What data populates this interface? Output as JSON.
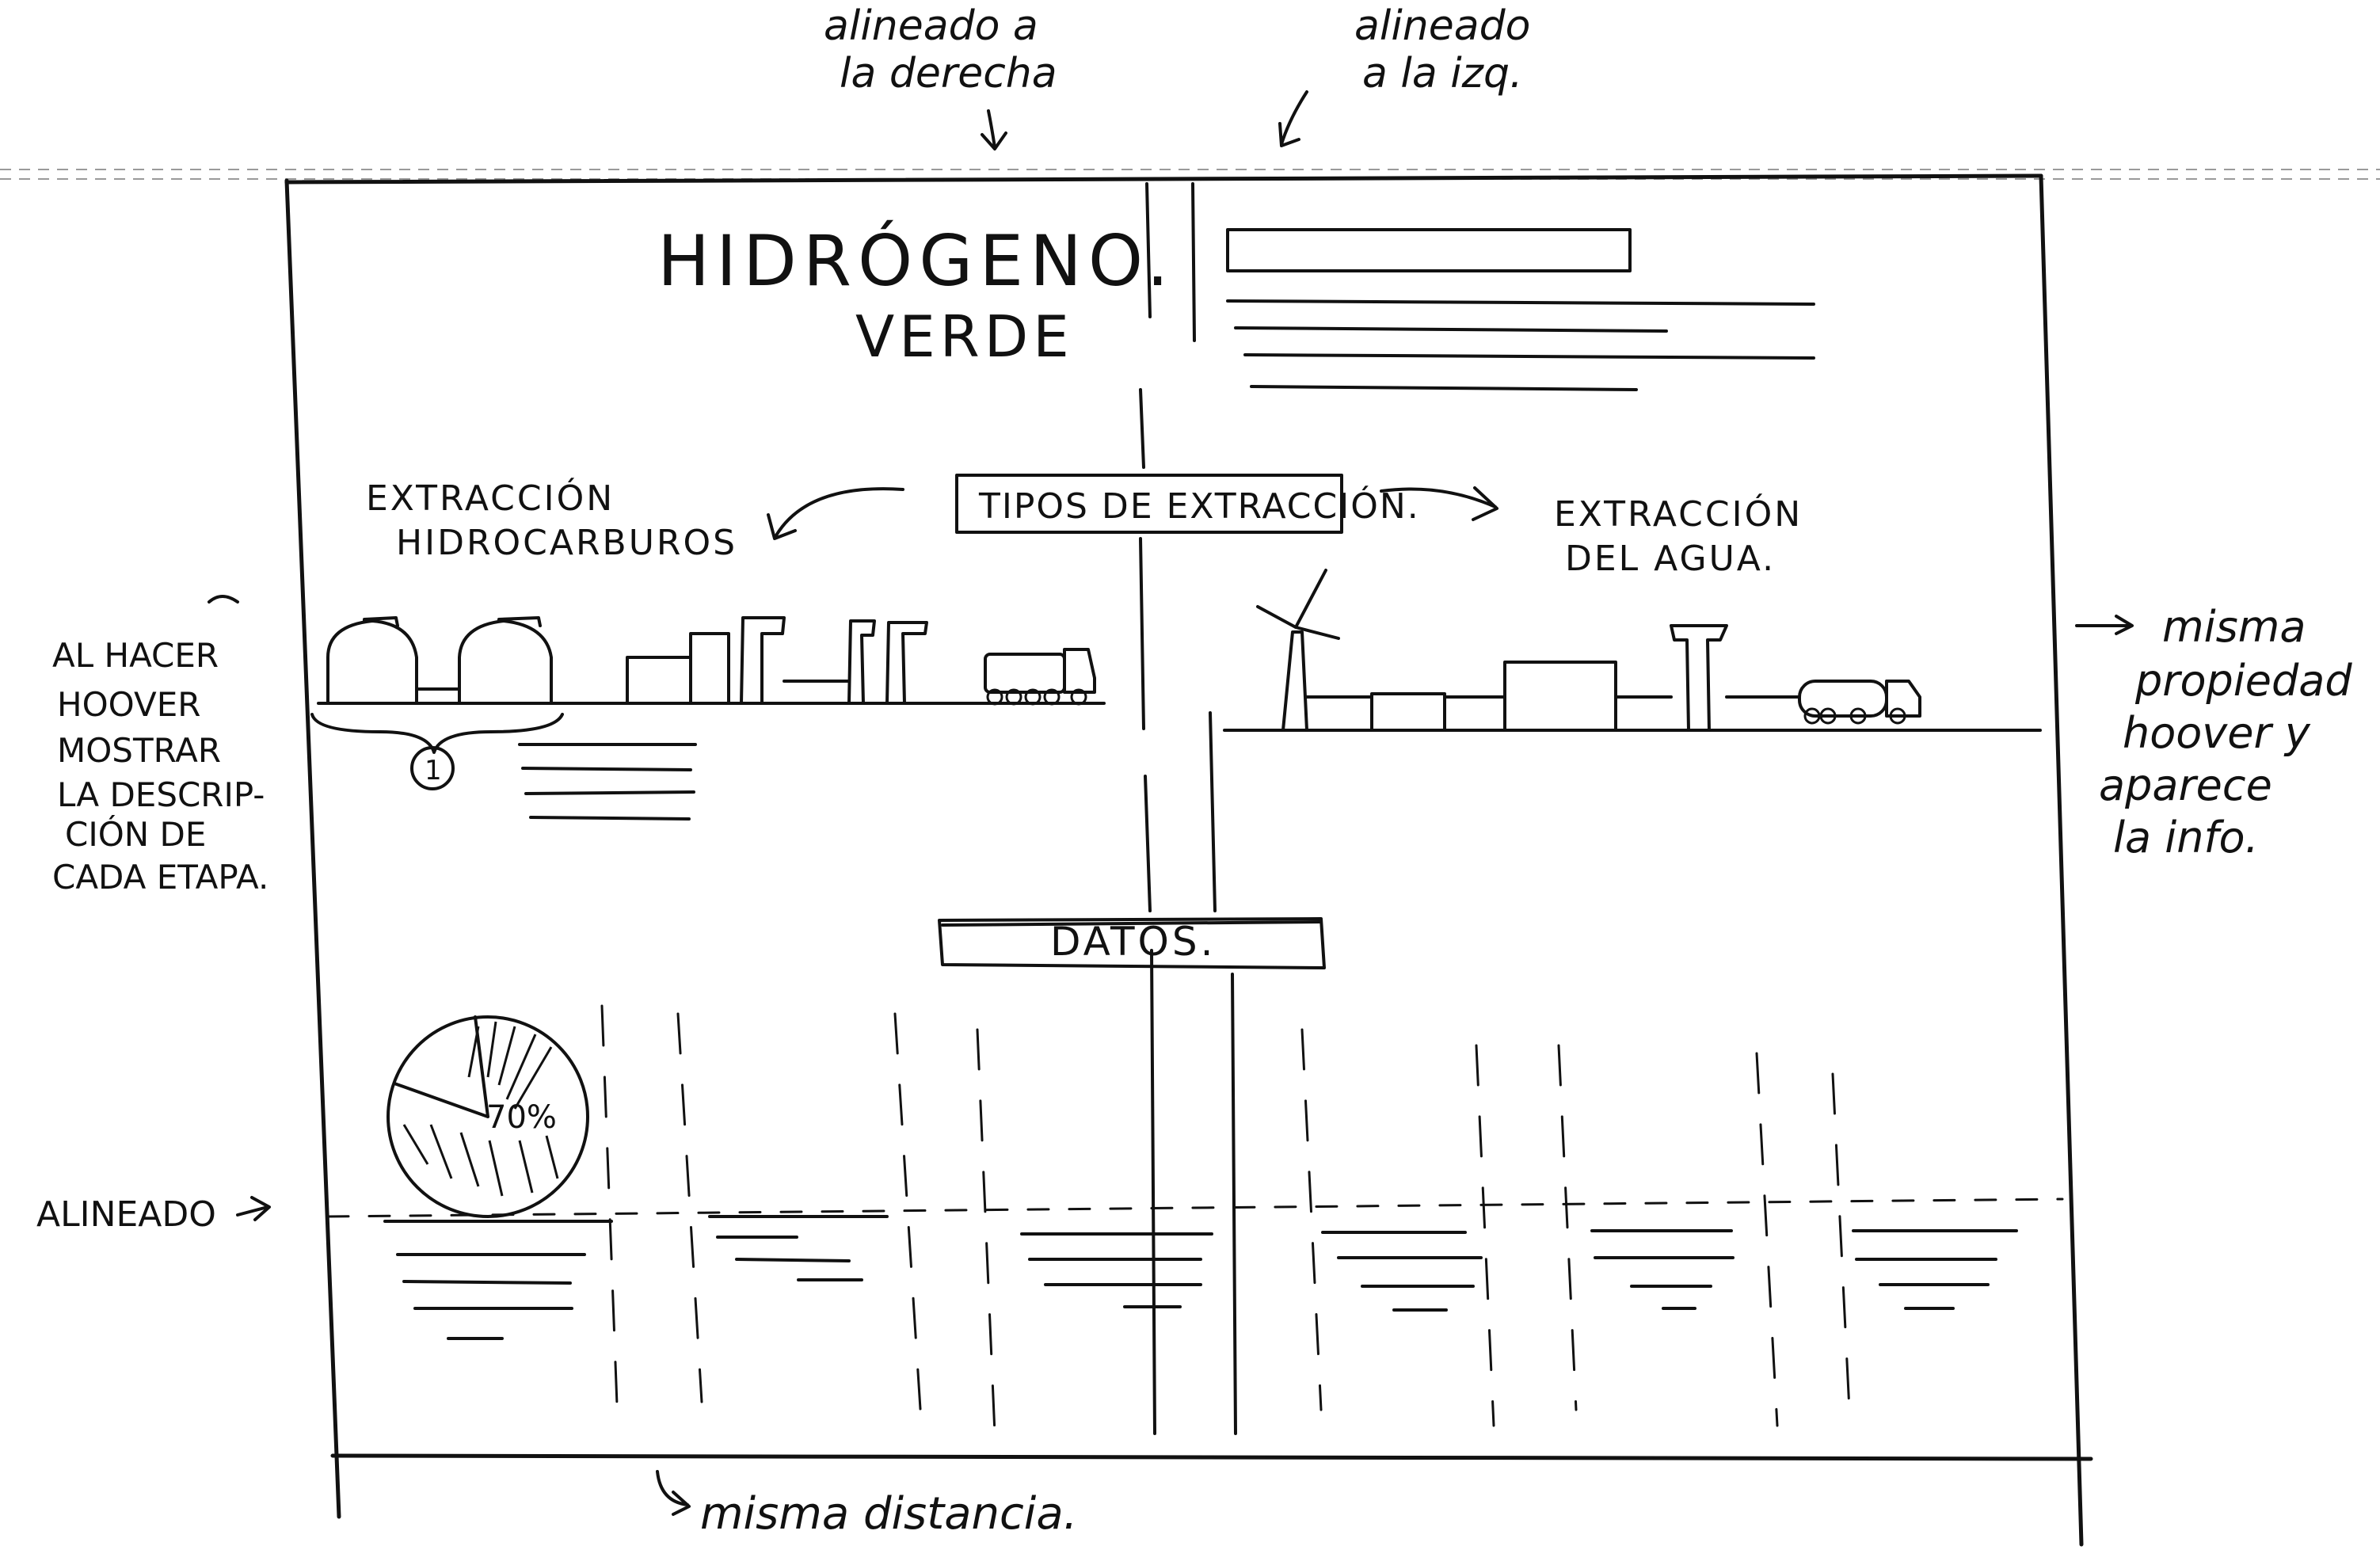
{
  "annotations": {
    "top_left_note": [
      "alineado a",
      "la derecha"
    ],
    "top_right_note": [
      "alineado",
      "a la izq."
    ],
    "left_hover_note": [
      "AL HACER",
      "HOOVER",
      "MOSTRAR",
      "LA DESCRIP-",
      "CIÓN DE",
      "CADA ETAPA."
    ],
    "right_hover_note": [
      "misma",
      "propiedad",
      "hoover y",
      "aparece",
      "la info."
    ],
    "aligned_note": "ALINEADO",
    "same_distance_note": "misma distancia."
  },
  "header": {
    "title_line1": "HIDRÓGENO.",
    "title_line2": "VERDE"
  },
  "extraction": {
    "section_label": "TIPOS DE EXTRACCIÓN.",
    "left_label": [
      "EXTRACCIÓN",
      "HIDROCARBUROS"
    ],
    "right_label": [
      "EXTRACCIÓN",
      "DEL AGUA."
    ],
    "stage_marker": "1"
  },
  "data_section": {
    "label": "DATOS.",
    "pie_value": "70%"
  }
}
